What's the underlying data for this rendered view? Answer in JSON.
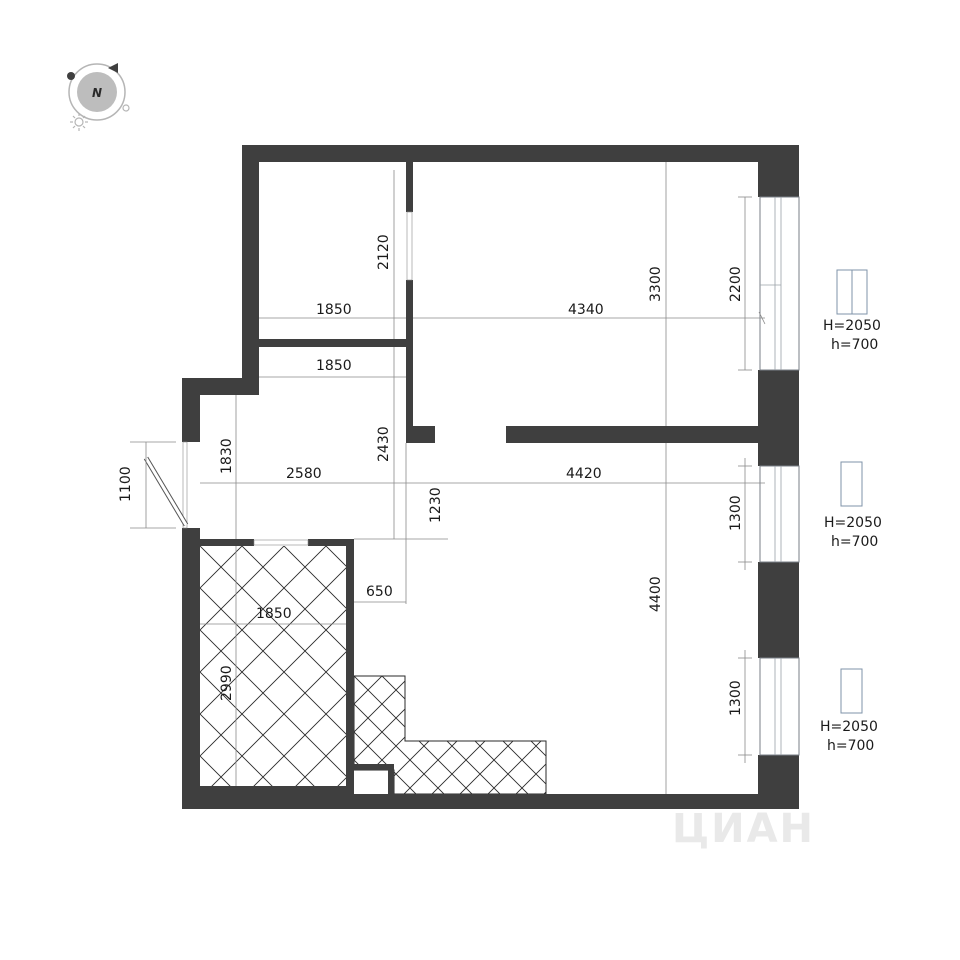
{
  "compass": {
    "label": "N",
    "icon": "compass-icon",
    "sun_icon": "sun-icon"
  },
  "dimensions": {
    "small_room_width": "1850",
    "small_room_height": "2120",
    "big_room_width": "4340",
    "big_room_depth": "3300",
    "big_room_window": "2200",
    "corridor_width": "1850",
    "corridor_depth": "2430",
    "hall_width": "2580",
    "hall_depth": "1830",
    "entry_door": "1100",
    "kitchen_width": "4420",
    "kitchen_offset": "1230",
    "kitchen_depth": "4400",
    "kitchen_window_1": "1300",
    "kitchen_window_2": "1300",
    "bath_width": "1850",
    "bath_depth": "2990",
    "passage": "650"
  },
  "window_notes": [
    {
      "H": "H=2050",
      "h": "h=700"
    },
    {
      "H": "H=2050",
      "h": "h=700"
    },
    {
      "H": "H=2050",
      "h": "h=700"
    }
  ],
  "watermark": "ЦИАН",
  "colors": {
    "wall": "#3f3f3f",
    "background": "#ffffff",
    "window_frame": "#7f93a8"
  }
}
